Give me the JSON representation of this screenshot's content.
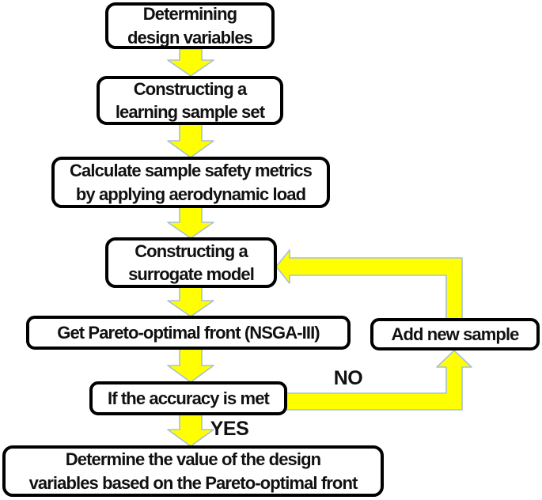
{
  "figure": {
    "title": "Optimization flowchart",
    "colors": {
      "background": "#ffffff",
      "arrow_fill": "#ffff00",
      "arrow_stroke": "#a7bfdd",
      "node_border": "#000000",
      "text": "#111111"
    },
    "nodes": [
      {
        "id": "determining-design-variables",
        "label": "Determining\ndesign variables"
      },
      {
        "id": "constructing-learning-sample-set",
        "label": "Constructing a\nlearning sample set"
      },
      {
        "id": "calculate-sample-safety-metrics",
        "label": "Calculate sample safety metrics\nby applying aerodynamic load"
      },
      {
        "id": "constructing-surrogate-model",
        "label": "Constructing a\nsurrogate model"
      },
      {
        "id": "get-pareto-optimal-front",
        "label": "Get Pareto-optimal front (NSGA-III)"
      },
      {
        "id": "if-accuracy-is-met",
        "label": "If the accuracy is met"
      },
      {
        "id": "determine-design-variable-values",
        "label": "Determine the value of the design\nvariables based on the Pareto-optimal front"
      },
      {
        "id": "add-new-sample",
        "label": "Add new sample"
      }
    ],
    "edge_labels": {
      "no": "NO",
      "yes": "YES"
    }
  }
}
